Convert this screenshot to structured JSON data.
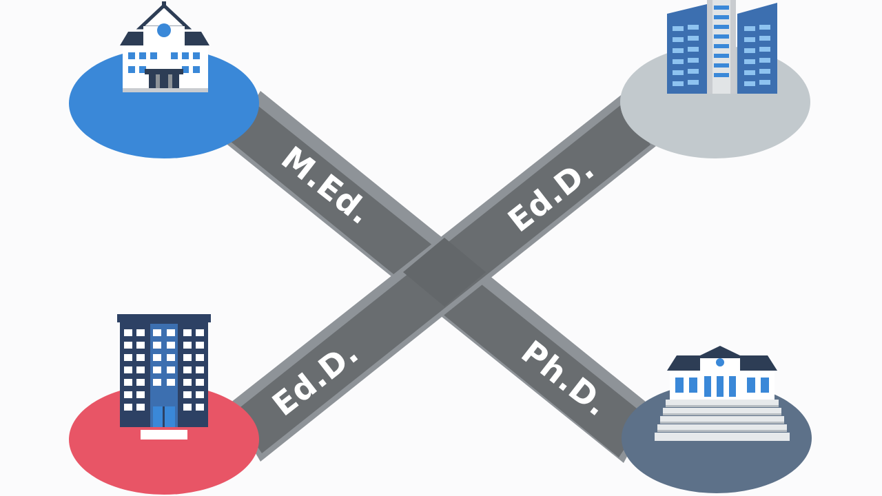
{
  "roads": [
    {
      "id": "med",
      "label": "M.Ed."
    },
    {
      "id": "edd-upper",
      "label": "Ed.D."
    },
    {
      "id": "edd-lower",
      "label": "Ed.D."
    },
    {
      "id": "phd",
      "label": "Ph.D."
    }
  ],
  "colors": {
    "background": "#fbfbfc",
    "road": "#696d70",
    "road_edge": "#8e9398",
    "label": "#ffffff",
    "base_top_left": "#3a88d8",
    "base_top_right": "#c2c9cd",
    "base_bottom_left": "#e85566",
    "base_bottom_right": "#5d7189",
    "building_dark": "#2d4164",
    "building_blue": "#3c6fb0",
    "window_blue": "#3a88d8",
    "wall_light": "#ffffff",
    "wall_grey": "#d3d7da"
  },
  "icons": {
    "top_left": "schoolhouse-icon",
    "top_right": "office-towers-icon",
    "bottom_left": "apartment-tower-icon",
    "bottom_right": "columned-campus-icon"
  }
}
